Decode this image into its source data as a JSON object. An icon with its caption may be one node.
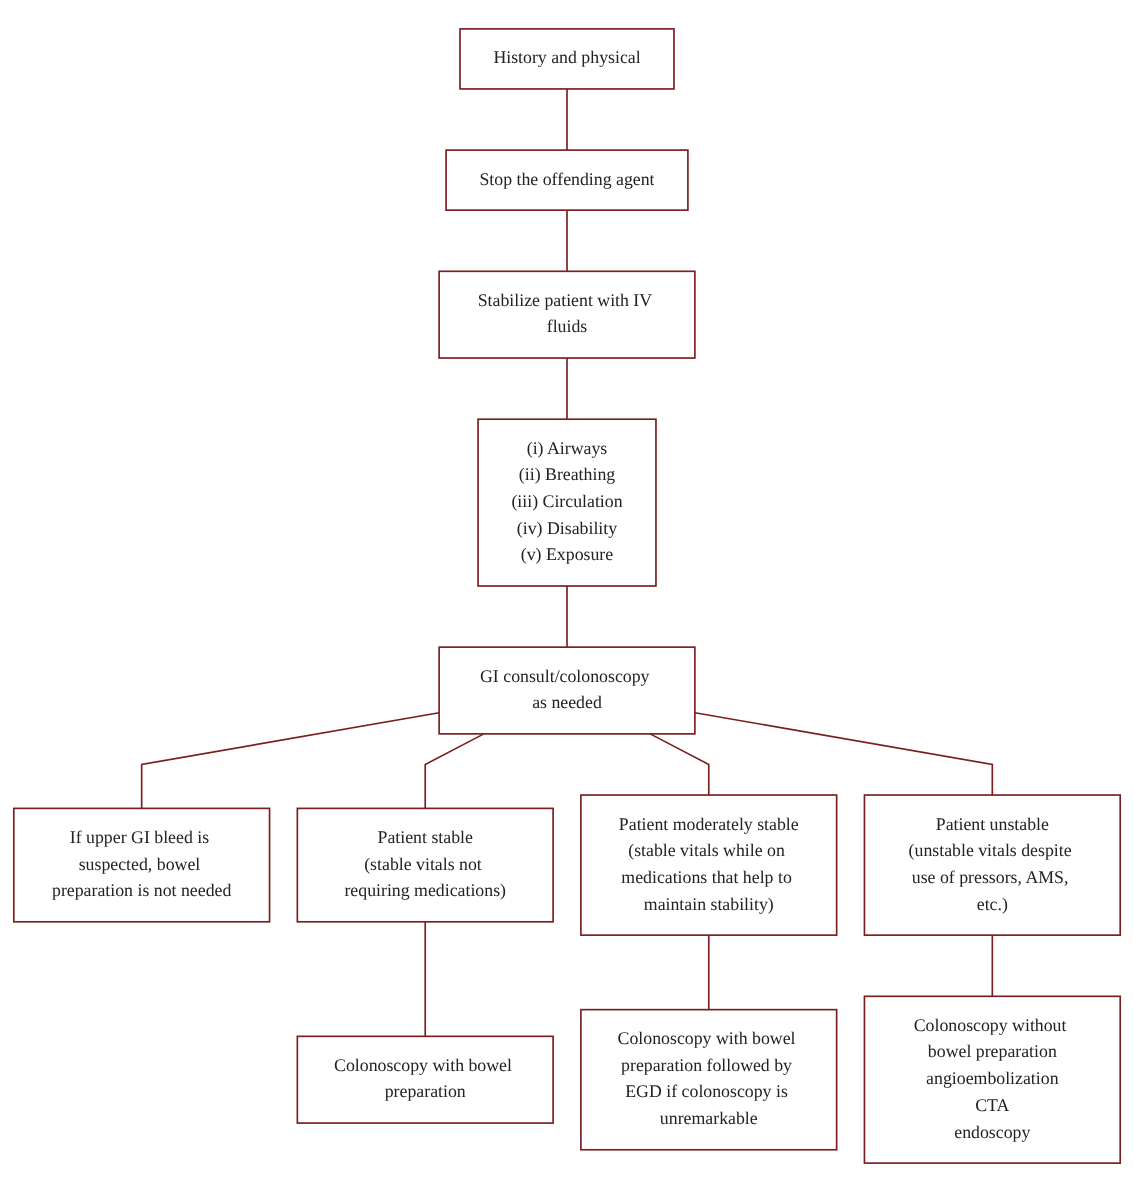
{
  "diagram": {
    "nodes": [
      {
        "text": [
          "History and physical"
        ]
      },
      {
        "text": [
          "Stop the offending agent"
        ]
      },
      {
        "text": [
          "Stabilize patient with IV fluids"
        ]
      },
      {
        "text": [
          "(i) Airways",
          "(ii) Breathing",
          "(iii) Circulation",
          "(iv) Disability",
          "(v) Exposure"
        ]
      },
      {
        "text": [
          "GI consult/colonoscopy as needed"
        ]
      },
      {
        "text": [
          "If upper GI bleed is suspected, bowel preparation is not needed"
        ]
      },
      {
        "text": [
          "Patient stable",
          "(stable vitals not requiring medications)"
        ]
      },
      {
        "text": [
          "Patient moderately stable",
          "(stable vitals while on medications that help to maintain stability)"
        ]
      },
      {
        "text": [
          "Patient unstable",
          "(unstable vitals despite use of pressors, AMS, etc.)"
        ]
      },
      {
        "text": [
          "Colonoscopy with bowel preparation"
        ]
      },
      {
        "text": [
          "Colonoscopy with bowel preparation followed by EGD if colonoscopy is unremarkable"
        ]
      },
      {
        "text": [
          "Colonoscopy without bowel preparation",
          "angioembolization",
          "CTA",
          "endoscopy"
        ]
      }
    ],
    "edges": [
      {
        "from": 0,
        "to": 1,
        "arrow": "none"
      },
      {
        "from": 1,
        "to": 2,
        "arrow": "none"
      },
      {
        "from": 2,
        "to": 3,
        "arrow": "none"
      },
      {
        "from": 3,
        "to": 4,
        "arrow": "none"
      },
      {
        "from": 4,
        "to": 5,
        "arrow": "none"
      },
      {
        "from": 4,
        "to": 6,
        "arrow": "none"
      },
      {
        "from": 4,
        "to": 7,
        "arrow": "none"
      },
      {
        "from": 4,
        "to": 8,
        "arrow": "none"
      },
      {
        "from": 6,
        "to": 9,
        "arrow": "none"
      },
      {
        "from": 7,
        "to": 10,
        "arrow": "none"
      },
      {
        "from": 8,
        "to": 11,
        "arrow": "none"
      }
    ]
  }
}
